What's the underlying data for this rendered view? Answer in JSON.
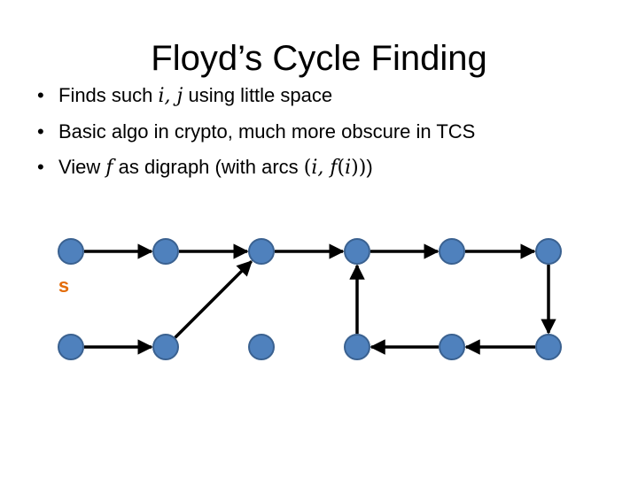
{
  "title": "Floyd’s Cycle Finding",
  "bullets": [
    {
      "a": "Finds such ",
      "m1": "i, j",
      "b": " using little space"
    },
    {
      "a": "Basic algo in crypto, much more obscure in TCS"
    },
    {
      "a": "View ",
      "m1": "f",
      "b": " as digraph (with arcs ",
      "m2": "(",
      "m3": "i, f",
      "m4": "(",
      "m5": "i",
      "m6": "))",
      "c": ")"
    }
  ],
  "bullet_symbol": "•",
  "start_label": "s",
  "colors": {
    "node_fill": "#4f81bd",
    "node_stroke": "#3a6190",
    "edge": "#000000",
    "start_label": "#e36c0a"
  },
  "graph": {
    "nodes": [
      "t1",
      "t2",
      "t3",
      "t4",
      "t5",
      "t6",
      "b1",
      "b2",
      "b3",
      "b4",
      "b5",
      "b6"
    ],
    "edges": [
      [
        "t1",
        "t2"
      ],
      [
        "t2",
        "t3"
      ],
      [
        "t3",
        "t4"
      ],
      [
        "t4",
        "t5"
      ],
      [
        "t5",
        "t6"
      ],
      [
        "t6",
        "b6"
      ],
      [
        "b6",
        "b5"
      ],
      [
        "b5",
        "b4"
      ],
      [
        "b4",
        "t4"
      ],
      [
        "b1",
        "b2"
      ],
      [
        "b2",
        "t3"
      ]
    ]
  }
}
